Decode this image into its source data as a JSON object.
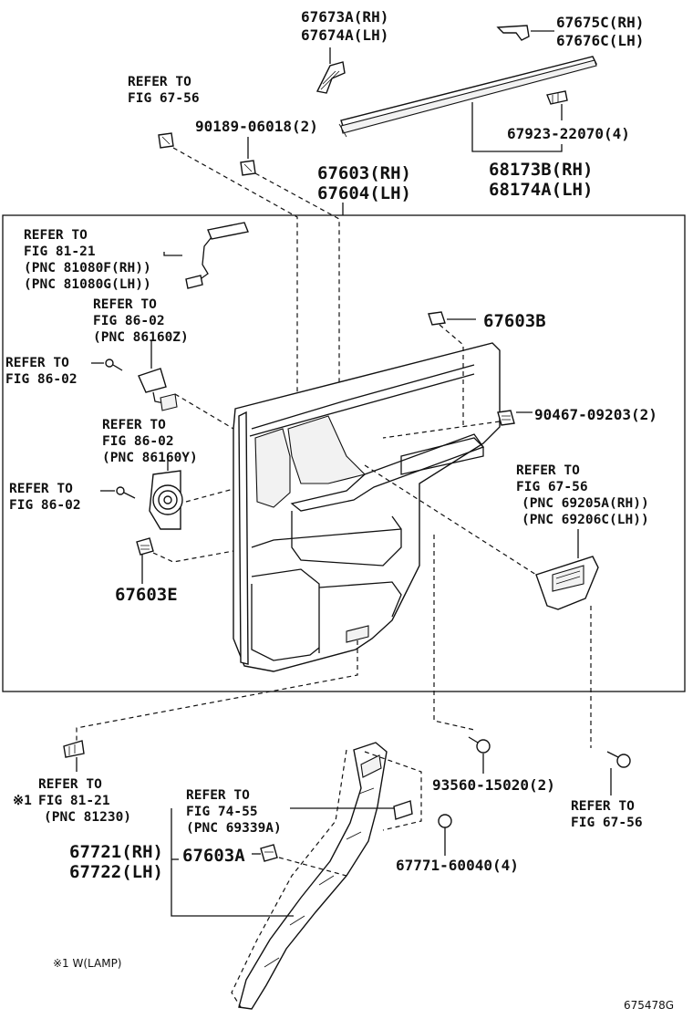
{
  "labels": {
    "p67673A": "67673A(RH)",
    "p67674A": "67674A(LH)",
    "p67675C": "67675C(RH)",
    "p67676C": "67676C(LH)",
    "refer_to": "REFER TO",
    "fig_67_56": "FIG 67-56",
    "p90189": "90189-06018(2)",
    "p67923": "67923-22070(4)",
    "p67603": "67603(RH)",
    "p67604": "67604(LH)",
    "p68173B": "68173B(RH)",
    "p68174A": "68174A(LH)",
    "fig_81_21": "FIG 81-21",
    "pnc_81080F": "(PNC 81080F(RH))",
    "pnc_81080G": "(PNC 81080G(LH))",
    "fig_86_02": "FIG 86-02",
    "pnc_86160Z": "(PNC 86160Z)",
    "p67603B": "67603B",
    "p90467": "90467-09203(2)",
    "pnc_86160Y": "(PNC 86160Y)",
    "pnc_69205A": "(PNC 69205A(RH))",
    "pnc_69206C": "(PNC 69206C(LH))",
    "p67603E": "67603E",
    "p93560": "93560-15020(2)",
    "mark_1": "※1",
    "pnc_81230": "(PNC 81230)",
    "fig_74_55": "FIG 74-55",
    "pnc_69339A": "(PNC 69339A)",
    "p67721": "67721(RH)",
    "p67722": "67722(LH)",
    "p67603A": "67603A",
    "p67771": "67771-60040(4)",
    "footnote": "※1 W(LAMP)",
    "drawing_no": "675478G"
  }
}
